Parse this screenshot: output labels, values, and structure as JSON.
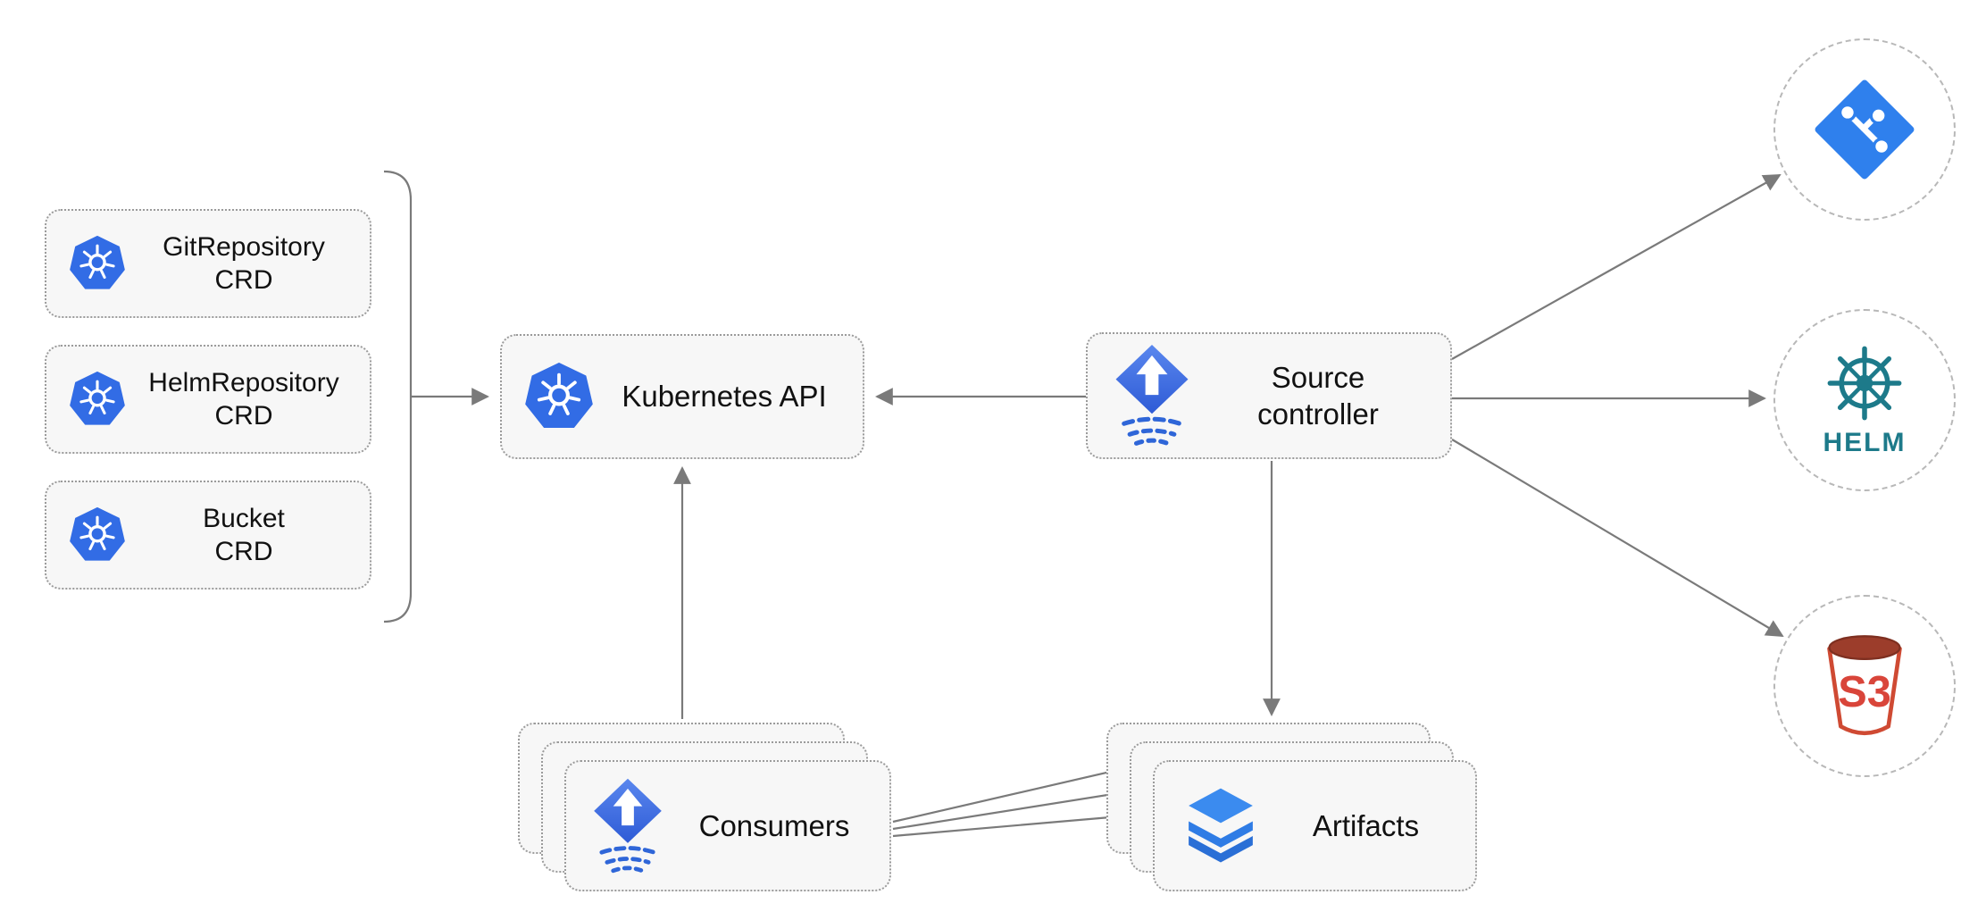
{
  "nodes": {
    "crd_list": [
      {
        "label": "GitRepository\nCRD",
        "icon": "kubernetes-icon"
      },
      {
        "label": "HelmRepository\nCRD",
        "icon": "kubernetes-icon"
      },
      {
        "label": "Bucket\nCRD",
        "icon": "kubernetes-icon"
      }
    ],
    "kubernetes_api": {
      "label": "Kubernetes API",
      "icon": "kubernetes-icon"
    },
    "source_controller": {
      "label": "Source\ncontroller",
      "icon": "flux-icon"
    },
    "consumers": {
      "label": "Consumers",
      "icon": "flux-icon",
      "stacked": true
    },
    "artifacts": {
      "label": "Artifacts",
      "icon": "layers-icon",
      "stacked": true
    },
    "git_endpoint": {
      "icon": "git-icon"
    },
    "helm_endpoint": {
      "label": "HELM",
      "icon": "helm-icon"
    },
    "s3_endpoint": {
      "label": "S3",
      "icon": "s3-bucket-icon"
    }
  },
  "edges": [
    {
      "from": "crd-group",
      "to": "kubernetes-api"
    },
    {
      "from": "source-controller",
      "to": "kubernetes-api"
    },
    {
      "from": "consumers",
      "to": "kubernetes-api"
    },
    {
      "from": "source-controller",
      "to": "artifacts"
    },
    {
      "from": "source-controller",
      "to": "git-endpoint"
    },
    {
      "from": "source-controller",
      "to": "helm-endpoint"
    },
    {
      "from": "source-controller",
      "to": "s3-endpoint"
    },
    {
      "from": "consumers",
      "to": "artifacts",
      "count": 3
    }
  ],
  "colors": {
    "kubernetes_blue": "#326ce5",
    "flux_blue": "#3b6de0",
    "git_blue": "#2f80ed",
    "helm_teal": "#1d7a8a",
    "s3_red": "#d9453a",
    "box_background": "#f7f7f7",
    "box_border": "#9b9b9b",
    "arrow_gray": "#7a7a7a"
  }
}
